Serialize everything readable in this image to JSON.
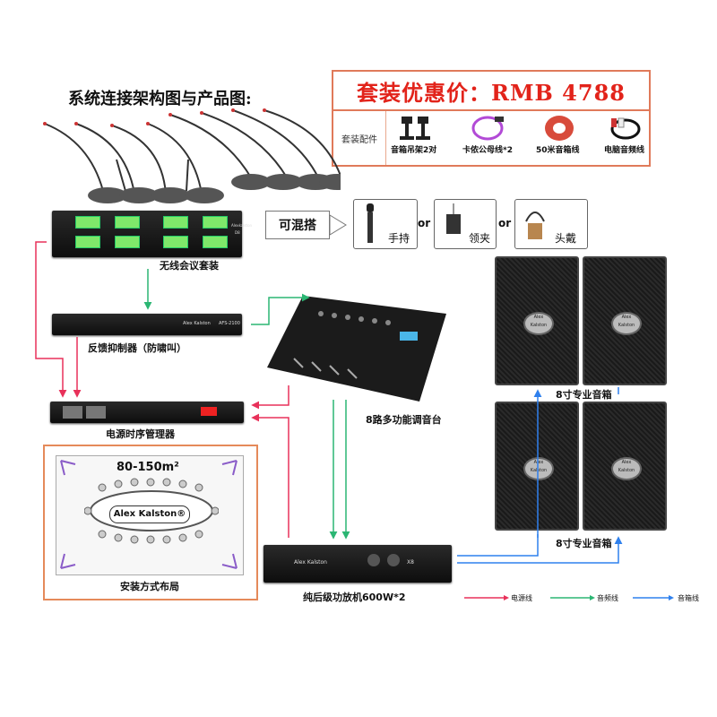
{
  "title": "系统连接架构图与产品图:",
  "promo": {
    "headline": "套装优惠价：RMB 4788",
    "accessories_label": "套装配件",
    "accessories": [
      {
        "label": "音箱吊架2对",
        "icon": "speaker-bracket-icon"
      },
      {
        "label": "卡侬公母线*2",
        "icon": "xlr-cable-icon"
      },
      {
        "label": "50米音箱线",
        "icon": "speaker-cable-reel-icon"
      },
      {
        "label": "电脑音频线",
        "icon": "audio-cable-icon"
      }
    ]
  },
  "mixable": {
    "label": "可混搭",
    "or": "or",
    "options": [
      "手持",
      "领夹",
      "头戴"
    ]
  },
  "devices": {
    "receiver_brand": "Alexkalston",
    "receiver_model": "D8",
    "receiver_label": "无线会议套装",
    "feedback_brand": "Alex Kalston",
    "feedback_model": "AFS-2100",
    "feedback_label": "反馈抑制器（防啸叫）",
    "sequencer_label": "电源时序管理器",
    "mixer_label": "8路多功能调音台",
    "amp_brand": "Alex Kalston",
    "amp_model": "X8",
    "amp_label": "纯后级功放机600W*2",
    "speaker_brand": "Alex Kalston",
    "speaker_label_1": "8寸专业音箱",
    "speaker_label_2": "8寸专业音箱"
  },
  "room": {
    "area": "80-150m²",
    "brand": "Alex Kalston®",
    "label": "安装方式布局"
  },
  "legend": [
    {
      "label": "电源线",
      "color": "#e8315a"
    },
    {
      "label": "音频线",
      "color": "#2bb673"
    },
    {
      "label": "音箱线",
      "color": "#2f80ed"
    }
  ]
}
